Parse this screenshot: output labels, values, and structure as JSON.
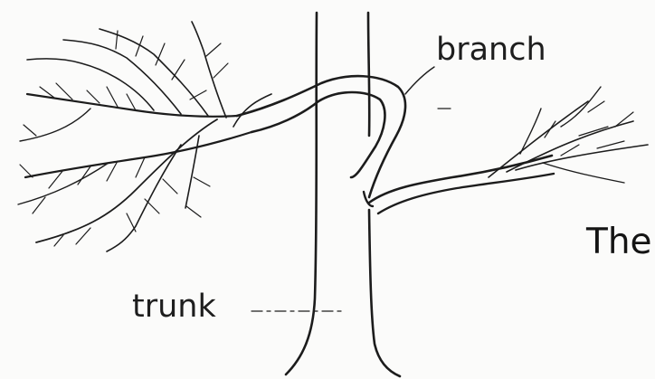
{
  "labels": {
    "branch": "branch",
    "trunk": "trunk",
    "partial_caption": "The"
  },
  "colors": {
    "ink": "#1c1c1c",
    "paper": "#fbfbfa"
  }
}
